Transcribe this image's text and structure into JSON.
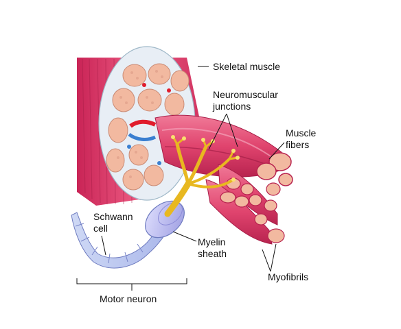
{
  "labels": {
    "skeletal_muscle": "Skeletal muscle",
    "neuromuscular_junctions_1": "Neuromuscular",
    "neuromuscular_junctions_2": "junctions",
    "muscle_fibers_1": "Muscle",
    "muscle_fibers_2": "fibers",
    "schwann_cell_1": "Schwann",
    "schwann_cell_2": "cell",
    "myelin_sheath_1": "Myelin",
    "myelin_sheath_2": "sheath",
    "myofibrils": "Myofibrils",
    "motor_neuron": "Motor neuron"
  },
  "colors": {
    "muscle": "#e0466e",
    "muscle_dark": "#b8234f",
    "fiber_section": "#f2b9a0",
    "connective": "#e8eef5",
    "nerve": "#f0cd3c",
    "myelin": "#b8b8ee",
    "blood_red": "#e01c2c",
    "blood_blue": "#3a7fd0"
  }
}
